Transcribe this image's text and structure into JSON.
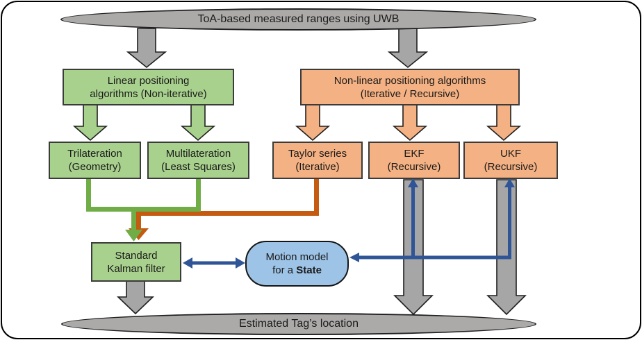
{
  "nodes": {
    "top_ellipse": {
      "label": "ToA-based measured ranges using UWB"
    },
    "linear": {
      "line1": "Linear positioning",
      "line2": "algorithms (Non-iterative)"
    },
    "nonlinear": {
      "line1": "Non-linear positioning algorithms",
      "line2": "(Iterative / Recursive)"
    },
    "trilateration": {
      "line1": "Trilateration",
      "line2": "(Geometry)"
    },
    "multilateration": {
      "line1": "Multilateration",
      "line2": "(Least Squares)"
    },
    "taylor": {
      "line1": "Taylor series",
      "line2": "(Iterative)"
    },
    "ekf": {
      "line1": "EKF",
      "line2": "(Recursive)"
    },
    "ukf": {
      "line1": "UKF",
      "line2": "(Recursive)"
    },
    "kalman": {
      "line1": "Standard",
      "line2": "Kalman filter"
    },
    "motion": {
      "line1": "Motion model",
      "line2_prefix": "for a ",
      "line2_bold": "State"
    },
    "bottom_ellipse": {
      "label": "Estimated Tag’s location"
    }
  },
  "colors": {
    "green_fill": "#a9d18e",
    "orange_fill": "#f4b183",
    "gray_fill": "#acaaa9",
    "arrow_gray": "#a6a6a6",
    "blue_fill": "#9dc3e6",
    "green_line": "#70ad47",
    "orange_line": "#c55a11",
    "blue_line": "#2f5597"
  }
}
